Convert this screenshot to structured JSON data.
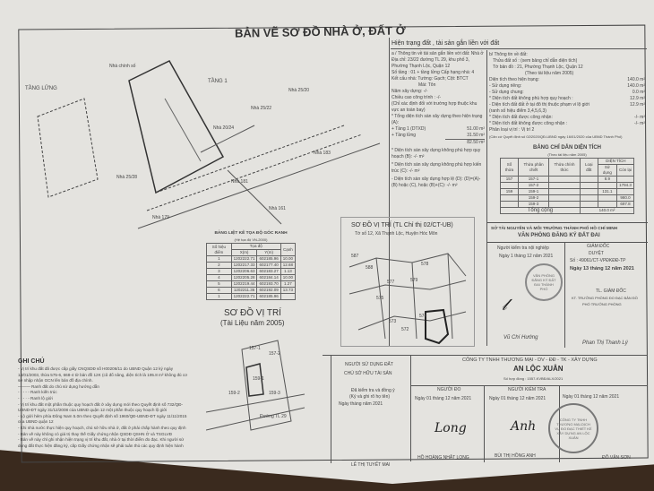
{
  "title": "BẢN VẼ SƠ ĐỒ NHÀ Ở, ĐẤT Ở",
  "header": "Hiện trạng đất , tài sản gắn liền với đất",
  "drawing": {
    "floor_mezz": "TẦNG LỬNG",
    "floor1": "TẦNG 1",
    "labels": [
      "Nhà chính số",
      "Nhà 25/20",
      "Nhà 25/22",
      "Nhà 20/24",
      "Nhà 183",
      "Nhà 181",
      "Nhà 179",
      "Nhà 161",
      "Nhà 25/28"
    ]
  },
  "asset": {
    "lines": [
      "a / Thông tin về tài sản gắn liền với đất: Nhà ở",
      "Địa chỉ: 23/22 đường TL 29, khu phố 3, Phường Thạnh Lộc, Quận 12",
      "Số tầng : 01 + tầng lửng          Cấp hạng nhà: 4",
      "Kết cấu nhà: Tường: Gạch; Cột: BTCT",
      "Mái: Tôn",
      "Năm xây dựng: -/-",
      "Chiều cao công trình : -/-",
      "(Chỉ xác định đối với trường hợp thuộc khu vực an toàn bay)",
      "* Tổng diện tích sàn xây dựng theo hiện trạng (A):"
    ],
    "floor1_label": "+ Tầng 1 (DTXD)",
    "floor1_value": "51.00 m²",
    "mezz_label": "+ Tầng lửng",
    "mezz_value": "31.50 m²",
    "total": "82.50 m²",
    "notes": [
      "* Diện tích sàn xây dựng không phù hợp quy hoạch (B):   -/- m²",
      "* Diện tích sàn xây dựng không phù hợp kiến trúc (C):   -/- m²",
      "- Diện tích sàn xây dựng hợp lệ (D): (D)=(A)-(B) hoặc (C), hoặc (B)+(C): -/- m²"
    ]
  },
  "land": {
    "lines": [
      "b/ Thông tin về đất:",
      "Thửa đất số :       (xem bảng chỉ dẫn diện tích)",
      "Tờ bản đồ :   21, Phường Thạnh Lộc, Quận 12",
      "(Theo tài liệu năm 2005)"
    ],
    "rows": [
      [
        "Diện tích theo hiện trạng:",
        "140.0 m²"
      ],
      [
        "- Sử dụng riêng:",
        "140.0 m²"
      ],
      [
        "- Sử dụng chung:",
        "0.0 m²"
      ],
      [
        "* Diện tích đất không phù hợp quy hoạch :",
        "12.9 m²"
      ],
      [
        "- Diện tích đất đất ở tại đô thị thuộc phạm vi lộ giới",
        "12.9 m²"
      ],
      [
        "(ranh số hiệu điểm 3,4,5,6,3)",
        ""
      ],
      [
        "* Diện tích đất được công nhận:",
        "-/- m²"
      ],
      [
        "* Diện tích đất không được công nhận :",
        "-/- m²"
      ],
      [
        "Phân loại vị trí :   Vị trí 2",
        ""
      ]
    ],
    "basis": "(Căn cứ Quyết định số 02/2020/QĐ-UBND ngày 16/01/2020 của UBND Thành Phố)"
  },
  "area_table": {
    "title": "BẢNG CHỈ DẪN DIỆN TÍCH",
    "subtitle": "(Theo tài liệu năm 2005)",
    "headers": [
      "Số thửa",
      "Thửa phân chiết",
      "Thửa chính thức",
      "Loại đất",
      "Sử dụng",
      "Còn lại"
    ],
    "group": "DIỆN TÍCH",
    "rows": [
      [
        "157",
        "157-1",
        "",
        "",
        "8.9",
        ""
      ],
      [
        "",
        "157-2",
        "",
        "",
        "",
        "1794.3"
      ],
      [
        "159",
        "159-1",
        "",
        "",
        "131.1",
        ""
      ],
      [
        "",
        "159-2",
        "",
        "",
        "",
        "980.0"
      ],
      [
        "",
        "159-3",
        "",
        "",
        "",
        "697.8"
      ]
    ],
    "total_label": "Tổng cộng",
    "total_value": "140.0 m²"
  },
  "office": {
    "dept": "SỞ TÀI NGUYÊN VÀ MÔI TRƯỜNG THÀNH PHỐ HỒ CHÍ MINH",
    "name": "VĂN PHÒNG ĐĂNG KÝ ĐẤT ĐAI",
    "checker_title": "Người kiểm tra nội nghiệp",
    "checker_date": "Ngày 1 tháng 12 năm 2021",
    "checker_name": "Vũ Chí Hướng",
    "director": "GIÁM ĐỐC",
    "approved": "DUYỆT",
    "number": "Số : 49061/CT-VPĐKĐĐ-TP",
    "approve_date": "Ngày 13 tháng 12 năm 2021",
    "tl": "TL. GIÁM ĐỐC",
    "tl2": "KT. TRƯỞNG PHÒNG ĐO ĐẠC BẢN ĐỒ",
    "tl3": "PHÓ TRƯỞNG PHÒNG",
    "signer": "Phan Thị Thanh Lý"
  },
  "coord_table": {
    "title": "BẢNG LIỆT KÊ TỌA ĐỘ GÓC RANH",
    "subtitle": "(Hệ tọa độ VN-2000)",
    "h_point": "Số hiệu điểm",
    "h_coord": "Tọa độ",
    "h_x": "X(m)",
    "h_y": "Y(m)",
    "h_edge": "Cạnh",
    "rows": [
      [
        "1",
        "1202222.71",
        "602185.96"
      ],
      [
        "2",
        "1202217.33",
        "602177.40"
      ],
      [
        "3",
        "1202206.63",
        "602183.27"
      ],
      [
        "4",
        "1202205.28",
        "602184.14"
      ],
      [
        "5",
        "1202219.44",
        "602193.70"
      ],
      [
        "6",
        "1202211.36",
        "602192.09"
      ],
      [
        "1",
        "1202222.71",
        "602185.96"
      ]
    ],
    "edges": [
      "10.00",
      "12.68",
      "1.13",
      "10.00",
      "1.27",
      "13.73"
    ]
  },
  "location_small": {
    "title": "SƠ ĐỒ VỊ TRÍ",
    "subtitle": "(Tài Liệu năm 2005)",
    "labels": [
      "157-1",
      "157-2",
      "159-1",
      "159-2",
      "159-3",
      "Đường TL 29"
    ]
  },
  "location_big": {
    "title": "SƠ ĐỒ VỊ TRÍ (TL Chỉ thị 02/CT-UB)",
    "subtitle": "Tờ số 12, Xã Thạnh Lộc, Huyện Hóc Môn",
    "labels": [
      "587",
      "588",
      "578",
      "579",
      "577",
      "575",
      "573",
      "574",
      "572"
    ]
  },
  "notes": {
    "title": "GHI CHÚ",
    "items": [
      "- Vị trí khu đất đã được cấp giấy CNQSDĐ số H00206/11 do UBND Quận 12 ký ngày 14/01/2003, thửa 575-6, 668-4 tờ bản đồ 12K (cũ đổ nâng, diện tích là 195.8 m² không đủ cơ sở nhập nhận GCN lên bản đồ địa chính.",
      "——— Ranh đất do chủ sử dụng hướng dẫn",
      "- - - - - Ranh kiến trúc",
      "- · - · - Ranh lộ giới",
      "- Vị trí khu đất một phần thuộc quy hoạch đất ở xây dựng mới theo Quyết định số 732/QĐ-UBND-ĐT ngày 31/12/2008 của UBND quận 12 một phần thuộc quy hoạch lộ giới",
      "- Lộ giới hẻm phía Đông Nam 5.0m theo Quyết định số 1960/QĐ-UBND-ĐT ngày 11/11/2015 của UBND quận 12",
      "- Khi nhà nước thực hiện quy hoạch, chủ sở hữu nhà ở, đất ở phải chấp hành theo quy định",
      "- Bản vẽ này không có giá trị thay thế Giấy chứng nhận QSDĐ QSHN Ở và TSGLVĐ",
      "- Bản vẽ này chỉ ghi nhận hiện trạng vị trí khu đất, nhà ở tại thời điểm đo đạc. Khi người sử dụng đất thực hiện đăng ký, cấp Giấy chứng nhận sẽ phải tuân thủ các quy định hiện hành"
    ]
  },
  "company": {
    "name_line": "CÔNG TY TNHH THƯƠNG MẠI - DV - ĐĐ - TK - XÂY DỰNG",
    "name": "AN LỘC XUÂN",
    "contract": "Số hợp đồng : 1557-KVBĐ/ALX/2021",
    "owner_h1": "NGƯỜI SỬ DỤNG ĐẤT",
    "owner_h2": "CHỦ SỞ HỮU TÀI SẢN",
    "owner_t1": "Đã kiểm tra và đồng ý",
    "owner_t2": "(Ký và ghi rõ họ tên)",
    "owner_date": "Ngày       tháng       năm 2021",
    "owner_name": "LÊ THỊ TUYẾT MAI",
    "surveyor_h": "NGƯỜI ĐO",
    "surveyor_date": "Ngày 01 tháng 12 năm 2021",
    "surveyor_sig": "Long",
    "surveyor_name": "HỒ HOÀNG NHẬT LONG",
    "checker_h": "NGƯỜI KIỂM TRA",
    "checker_date": "Ngày 01 tháng 12 năm 2021",
    "checker_sig": "Anh",
    "checker_name": "BÙI THỊ HỒNG ANH",
    "dir_date": "Ngày 01 tháng 12 năm 2021",
    "dir_name": "ĐỖ VĂN SƠN",
    "stamp": "CÔNG TY TNHH THƯƠNG MẠI-DỊCH VỤ ĐO ĐẠC THIẾT KẾ XÂY DỰNG AN LỘC XUÂN"
  },
  "office_stamp": "VĂN PHÒNG ĐĂNG KÝ ĐẤT ĐAI THÀNH PHỐ"
}
